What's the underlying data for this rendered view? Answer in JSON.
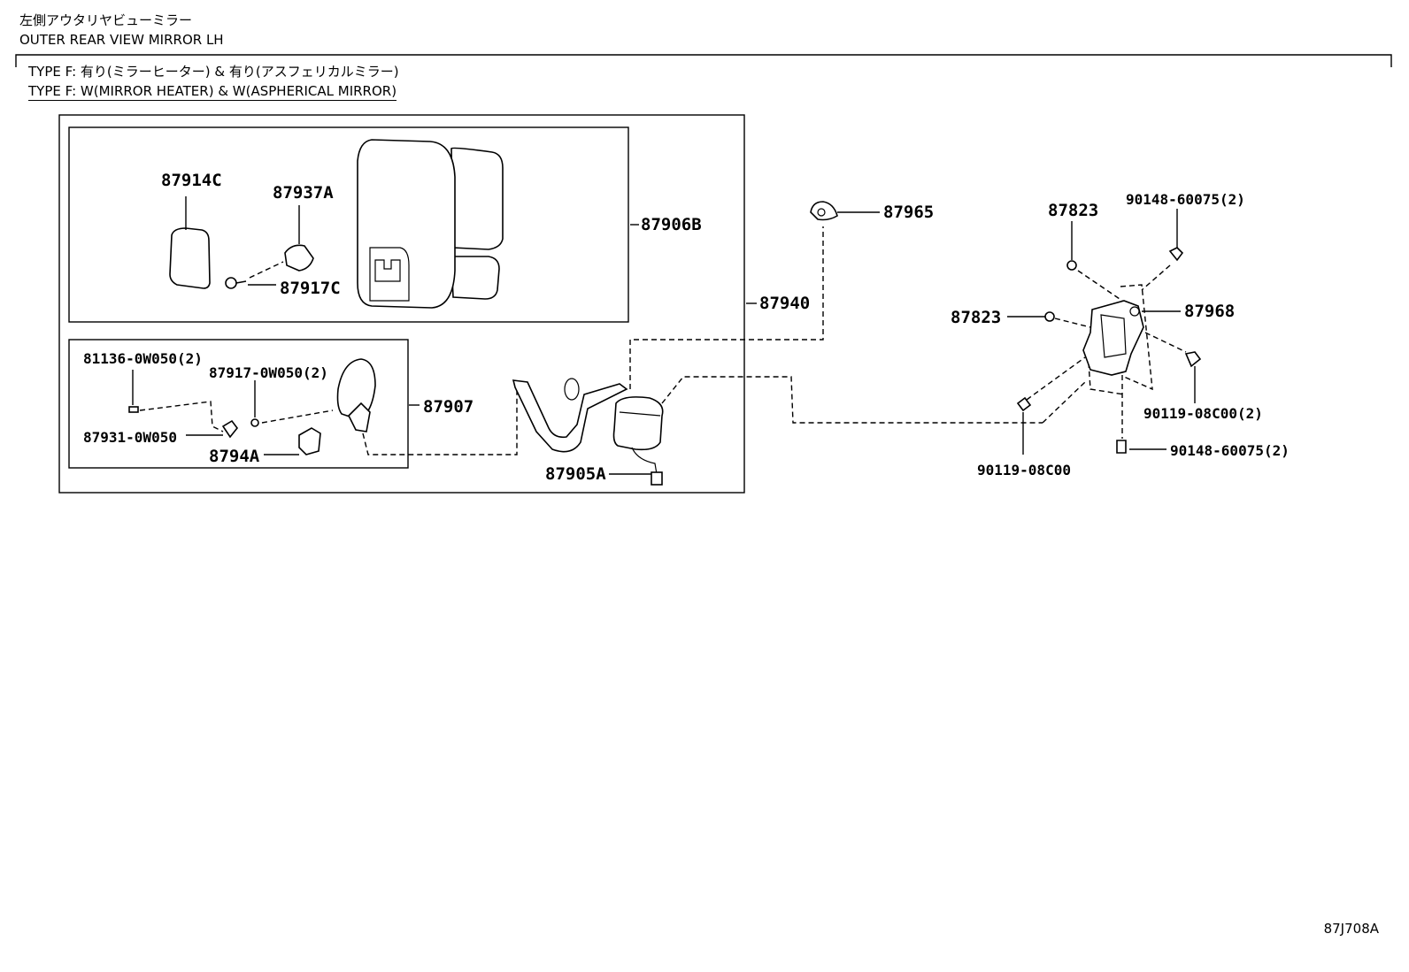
{
  "header": {
    "title_jp": "左側アウタリヤビューミラー",
    "title_en": "OUTER REAR VIEW MIRROR LH",
    "type_jp": "TYPE F: 有り(ミラーヒーター) & 有り(アスフェリカルミラー)",
    "type_en": "TYPE F: W(MIRROR HEATER) & W(ASPHERICAL MIRROR)"
  },
  "parts": {
    "p87914C": "87914C",
    "p87937A": "87937A",
    "p87906B": "87906B",
    "p87917C": "87917C",
    "p87940": "87940",
    "p81136": "81136-0W050(2)",
    "p87917": "87917-0W050(2)",
    "p87907": "87907",
    "p87931": "87931-0W050",
    "p8794A": "8794A",
    "p87905A": "87905A",
    "p87965": "87965",
    "p87823a": "87823",
    "p90148a": "90148-60075(2)",
    "p87823b": "87823",
    "p87968": "87968",
    "p90119a": "90119-08C00(2)",
    "p90148b": "90148-60075(2)",
    "p90119b": "90119-08C00"
  },
  "figure_code": "87J708A"
}
